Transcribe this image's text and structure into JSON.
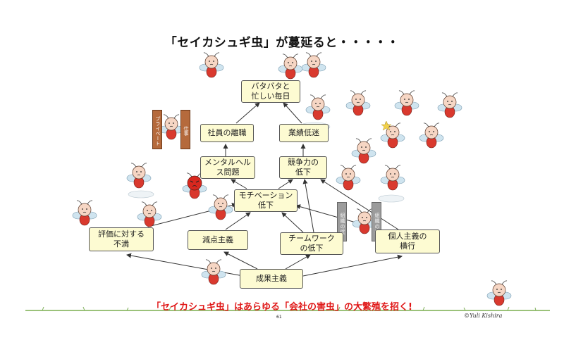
{
  "title": "「セイカシュギ虫」が蔓延ると・・・・・",
  "footer": "「セイカシュギ虫」はあらゆる「会社の害虫」の大繁殖を招く!",
  "page_number": "61",
  "signature": "©Yuli Kishira",
  "nodes": {
    "busy": "バタバタと\n忙しい毎日",
    "turnover": "社員の離職",
    "sluggish": "業績低迷",
    "mental": "メンタルヘル\nス問題",
    "competitive": "競争力の\n低下",
    "motivation": "モチベーション\n低下",
    "evaluation": "評価に対する\n不満",
    "demerit": "減点主義",
    "teamwork": "チームワーク\nの低下",
    "individualism": "個人主義の\n横行",
    "results": "成果主義"
  },
  "walls": {
    "left": "組織の壁",
    "right": "組織の壁"
  },
  "door": {
    "left": "プライベート",
    "right": "仕事"
  },
  "colors": {
    "box_fill": "#fdfbd2",
    "footer_text": "#e01818",
    "bug_body": "#d9392e",
    "bug_head": "#f6d6c4",
    "wing": "#cfe4ef"
  }
}
